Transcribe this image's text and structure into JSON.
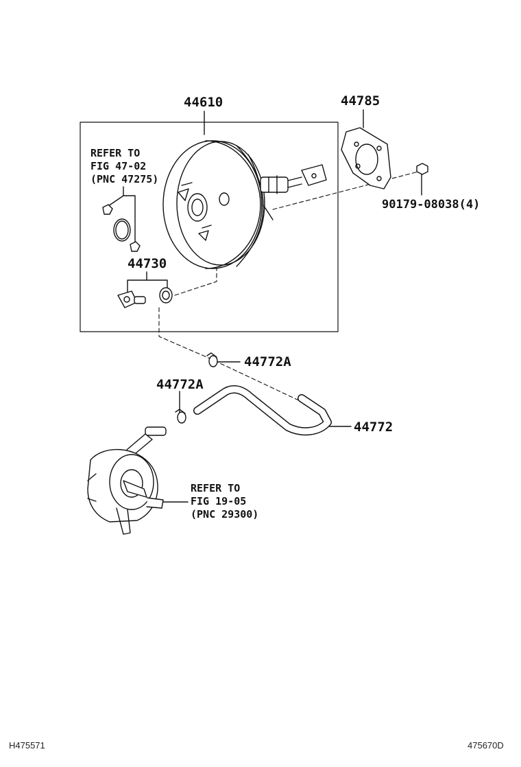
{
  "labels": {
    "booster": "44610",
    "gasket": "44785",
    "nut": "90179-08038(4)",
    "check_valve_set": "44730",
    "clamp_upper": "44772A",
    "clamp_lower": "44772A",
    "hose": "44772"
  },
  "refs": {
    "ref1": {
      "line1": "REFER TO",
      "line2": "FIG 47-02",
      "line3": "(PNC 47275)"
    },
    "ref2": {
      "line1": "REFER TO",
      "line2": "FIG 19-05",
      "line3": "(PNC 29300)"
    }
  },
  "footer": {
    "left": "H475571",
    "right": "475670D"
  }
}
